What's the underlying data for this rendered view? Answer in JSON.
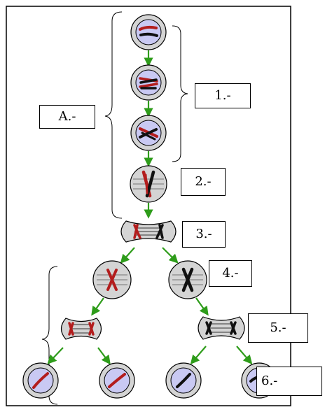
{
  "labels": {
    "a": "A.-",
    "one": "1.-",
    "two": "2.-",
    "three": "3.-",
    "four": "4.-",
    "five": "5.-",
    "six": "6.-"
  },
  "colors": {
    "nucleus_fill": "#c9c9f3",
    "cell_fill": "#d4d4d4",
    "arrow": "#2e9c1a",
    "chromosome_red": "#b31d1d",
    "chromosome_black": "#111111",
    "outline": "#000000"
  },
  "icons": {
    "chromosome": "chromosome-icon",
    "spindle": "spindle-icon",
    "arrow": "green-arrow-icon"
  }
}
